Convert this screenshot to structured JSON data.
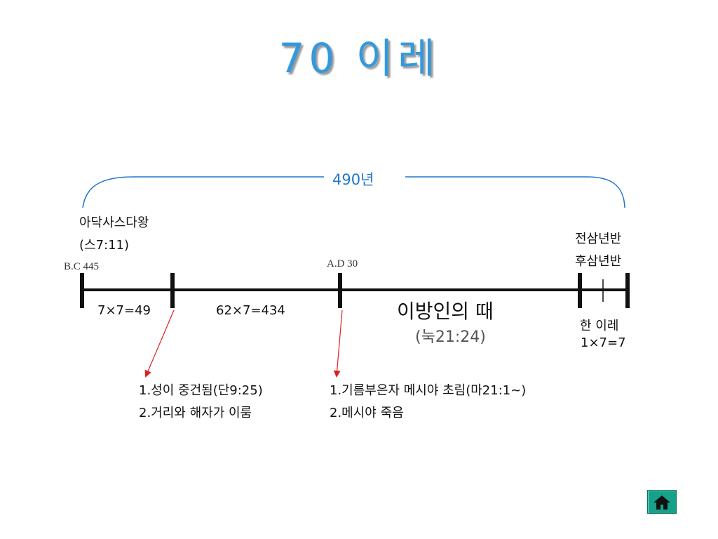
{
  "title": "70  이레",
  "span_label": "490년",
  "king": {
    "name": "아닥사스다왕",
    "ref": "(스7:11)"
  },
  "start_year": "B.C 445",
  "middle_year": "A.D 30",
  "segment_1": "7×7=49",
  "segment_2": "62×7=434",
  "gentiles": {
    "title": "이방인의 때",
    "ref": "(눅21:24)"
  },
  "final_halves": [
    "전삼년반",
    "후삼년반"
  ],
  "final_week": {
    "label": "한 이레",
    "formula": "1×7=7"
  },
  "events_left": [
    "1.성이 중건됨(단9:25)",
    "2.거리와 해자가 이룸"
  ],
  "events_right": [
    "1.기름부은자 메시야 초림(마21:1~)",
    "2.메시야 죽음"
  ],
  "colors": {
    "title": "#3399dd",
    "arrow": "#e02020",
    "brace": "#2277cc",
    "home_button": "#17a08a"
  },
  "home_icon": "home-icon"
}
